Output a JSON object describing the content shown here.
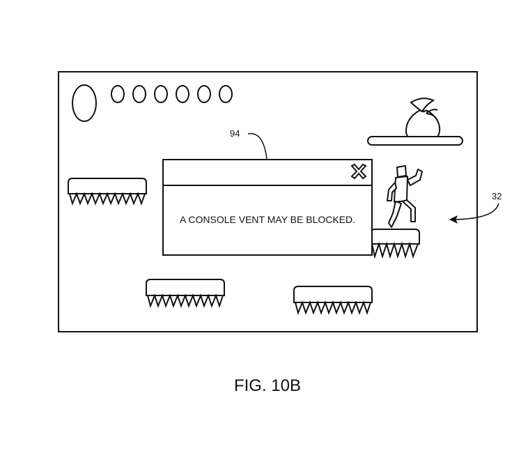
{
  "dialog": {
    "message": "A CONSOLE VENT MAY BE BLOCKED.",
    "close_icon": "close-x-icon"
  },
  "labels": {
    "dialog_ref": "94",
    "screen_ref": "32"
  },
  "caption": "FIG. 10B",
  "hud": {
    "big_indicator_count": 1,
    "small_indicator_count": 6
  },
  "icons": {
    "treasure": "money-bag-icon",
    "player": "running-character-icon",
    "hazard": "spiked-platform-icon"
  }
}
